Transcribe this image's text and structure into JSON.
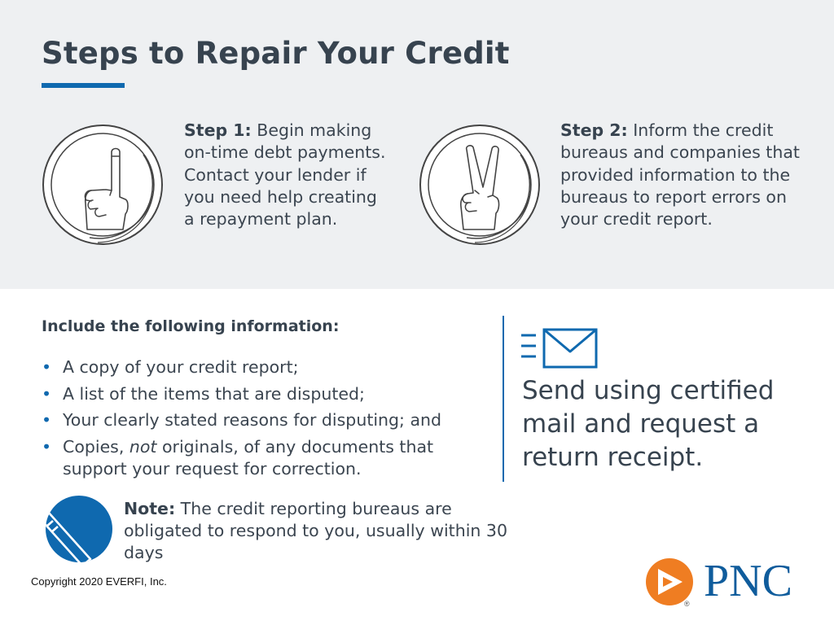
{
  "header": {
    "title": "Steps to Repair Your Credit"
  },
  "steps": [
    {
      "label": "Step 1:",
      "text": " Begin making on-time debt payments. Contact your lender if you need help creating a repayment plan.",
      "icon": "one-finger-hand-icon"
    },
    {
      "label": "Step 2:",
      "text": " Inform the credit bureaus and companies that provided information to the bureaus to report errors on your credit report.",
      "icon": "two-finger-hand-icon"
    }
  ],
  "info": {
    "heading": "Include the following information:",
    "bullet": "•",
    "items": [
      {
        "text": "A copy of your credit report;"
      },
      {
        "text": "A list of the items that are disputed;"
      },
      {
        "text": "Your clearly stated reasons for disputing; and"
      },
      {
        "pre": "Copies, ",
        "em": "not",
        "post": " originals, of any documents that support your request for correction."
      }
    ]
  },
  "mail": {
    "icon": "envelope-icon",
    "text": "Send using certified mail and request a return receipt."
  },
  "note": {
    "icon": "pencil-icon",
    "label": "Note:",
    "text": " The credit reporting bureaus are obligated to respond to you, usually within 30 days"
  },
  "footer": {
    "copyright": "Copyright 2020 EVERFI, Inc."
  },
  "brand": {
    "name": "PNC",
    "registered": "®",
    "primary_color": "#0f69af",
    "logo_orange": "#ef7d22",
    "logo_blue": "#0f5c9c"
  }
}
